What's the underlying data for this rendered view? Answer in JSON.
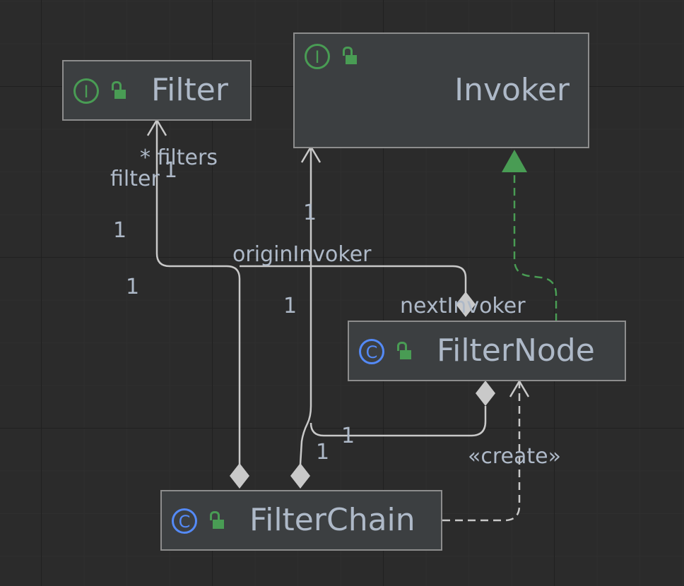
{
  "nodes": {
    "filter": {
      "name": "Filter",
      "kind": "I"
    },
    "invoker": {
      "name": "Invoker",
      "kind": "I"
    },
    "filter_node": {
      "name": "FilterNode",
      "kind": "C"
    },
    "filter_chain": {
      "name": "FilterChain",
      "kind": "C"
    }
  },
  "labels": {
    "filters_role": "* filters",
    "filter_role": "filter",
    "filter_mult": "1",
    "origin_invoker": "originInvoker",
    "next_invoker": "nextInvoker",
    "create_stereotype": "«create»",
    "mult_1": "1",
    "mult_2": "1",
    "mult_3": "1",
    "mult_4": "1",
    "mult_5": "1",
    "mult_6": "1"
  },
  "colors": {
    "background": "#2b2b2b",
    "node_fill": "#3c3f41",
    "node_border": "#8d8d8d",
    "edge": "#c9c9c9",
    "text": "#aeb9c8",
    "interface_badge": "#499c54",
    "class_badge": "#548af7",
    "realization": "#499c54"
  }
}
